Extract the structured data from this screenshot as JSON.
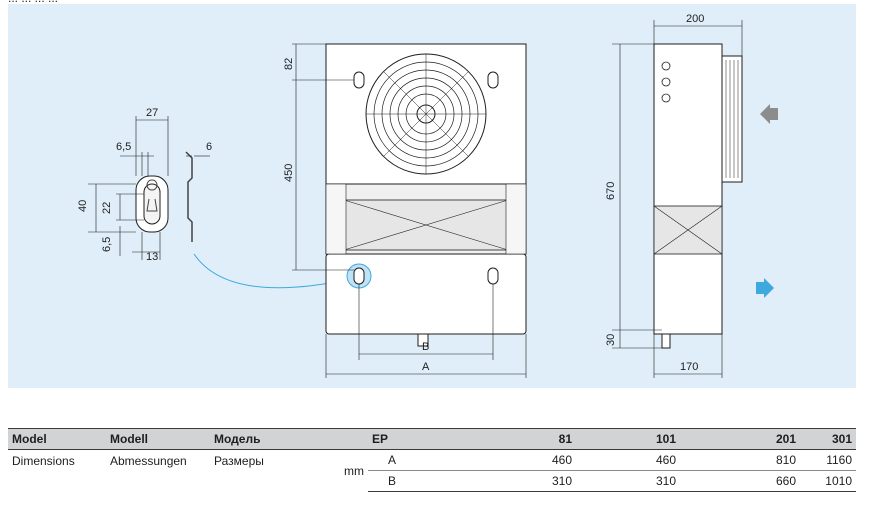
{
  "header_fragment": "... ... ... ...",
  "drawing": {
    "front": {
      "dim_top_offset": "82",
      "dim_hole_spacing": "450",
      "dim_A": "A",
      "dim_B": "B"
    },
    "bracket": {
      "dim_27": "27",
      "dim_6_5_top": "6,5",
      "dim_6": "6",
      "dim_40": "40",
      "dim_22": "22",
      "dim_6_5_bottom": "6,5",
      "dim_13": "13"
    },
    "side": {
      "dim_200": "200",
      "dim_670": "670",
      "dim_30": "30",
      "dim_170": "170"
    },
    "colors": {
      "background": "#dfeef8",
      "highlight": "#3fa9dd",
      "air_in": "#8c8c8c",
      "air_out": "#3fa9dd"
    }
  },
  "table": {
    "headers": [
      "Model",
      "Modell",
      "Модель",
      "EP",
      "81",
      "101",
      "201",
      "301"
    ],
    "row_label": [
      "Dimensions",
      "Abmessungen",
      "Размеры"
    ],
    "unit": "mm",
    "rows": [
      {
        "param": "A",
        "values": [
          "460",
          "460",
          "810",
          "1160"
        ]
      },
      {
        "param": "B",
        "values": [
          "310",
          "310",
          "660",
          "1010"
        ]
      }
    ]
  }
}
